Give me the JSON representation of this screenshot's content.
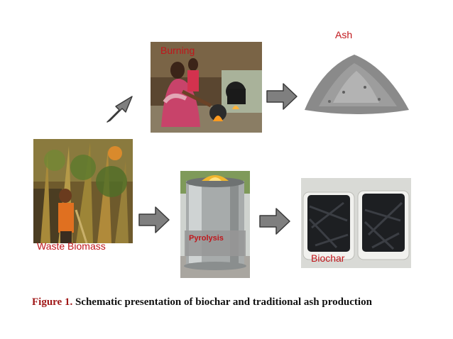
{
  "labels": {
    "burning": "Burning",
    "ash": "Ash",
    "waste_biomass": "Waste Biomass",
    "pyrolysis": "Pyrolysis",
    "biochar": "Biochar"
  },
  "caption": {
    "prefix": "Figure 1.",
    "text": " Schematic presentation of biochar and traditional ash production"
  },
  "colors": {
    "label_red": "#c0161b",
    "arrow_fill": "#7f7f7f",
    "arrow_stroke": "#3a3a3a"
  }
}
